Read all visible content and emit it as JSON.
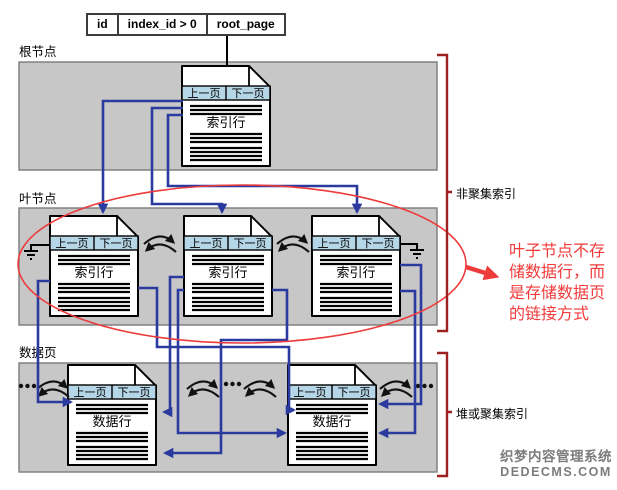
{
  "header_table": {
    "cells": [
      "id",
      "index_id > 0",
      "root_page"
    ]
  },
  "bands": {
    "root": {
      "label": "根节点"
    },
    "leaf": {
      "label": "叶节点"
    },
    "data": {
      "label": "数据页"
    }
  },
  "page": {
    "prev": "上一页",
    "next": "下一页",
    "index_row": "索引行",
    "data_row": "数据行"
  },
  "side": {
    "bracket_top_label": "非聚集索引",
    "bracket_bottom_label": "堆或聚集索引"
  },
  "annotation": {
    "lines": [
      "叶子节点不存",
      "储数据行，而",
      "是存储数据页",
      "的链接方式"
    ]
  },
  "watermark": {
    "line1": "织梦内容管理系统",
    "line2": "DEDECMS.COM"
  },
  "colors": {
    "band_fill": "#c7c7c7",
    "band_border": "#7a7a7a",
    "page_header_fill": "#b5d6e6",
    "connector_blue": "#2b3a9e",
    "swap_arrow_black": "#111111",
    "ellipse_red": "#ee3b3b",
    "annotation_red": "#f23b3b",
    "bracket_dark_red": "#9e2121"
  },
  "icons": [
    "page-fold-icon",
    "swap-arrows-icon",
    "ground-icon",
    "ellipsis-icon",
    "down-arrow-icon",
    "red-callout-arrow-icon"
  ]
}
